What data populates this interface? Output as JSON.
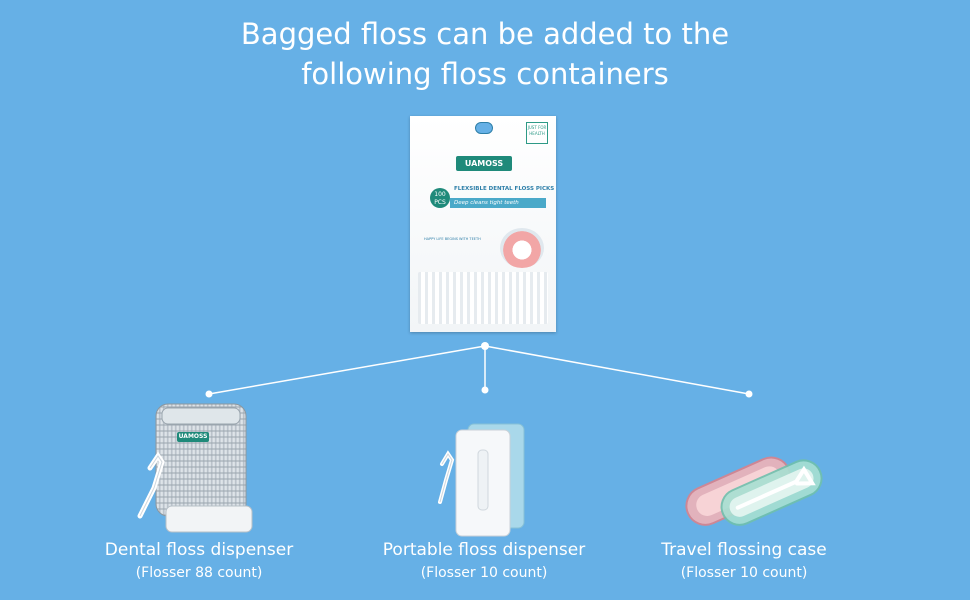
{
  "headline": "Bagged floss can be added to the\nfollowing  floss containers",
  "bag": {
    "brand": "UAMOSS",
    "count_badge": "100 PCS",
    "product_line": "FLEXSIBLE DENTAL FLOSS PICKS",
    "tagline": "Deep cleans tight teeth",
    "corner_tag": "JUST FOR HEALTH",
    "small_line": "HAPPY LIFE BEGINS WITH TEETH"
  },
  "containers": [
    {
      "name": "Dental floss dispenser",
      "count": "(Flosser 88 count)",
      "icon": "dental-floss-dispenser-icon"
    },
    {
      "name": "Portable floss dispenser",
      "count": "(Flosser 10 count)",
      "icon": "portable-floss-dispenser-icon"
    },
    {
      "name": "Travel flossing case",
      "count": "(Flosser 10 count)",
      "icon": "travel-flossing-case-icon"
    }
  ],
  "colors": {
    "background": "#66b0e6",
    "text": "#ffffff",
    "brand_teal": "#1f8a7a",
    "case_pink": "#e58f98",
    "case_mint": "#8fd6c6",
    "dispenser_blue": "#a9d8ea"
  }
}
